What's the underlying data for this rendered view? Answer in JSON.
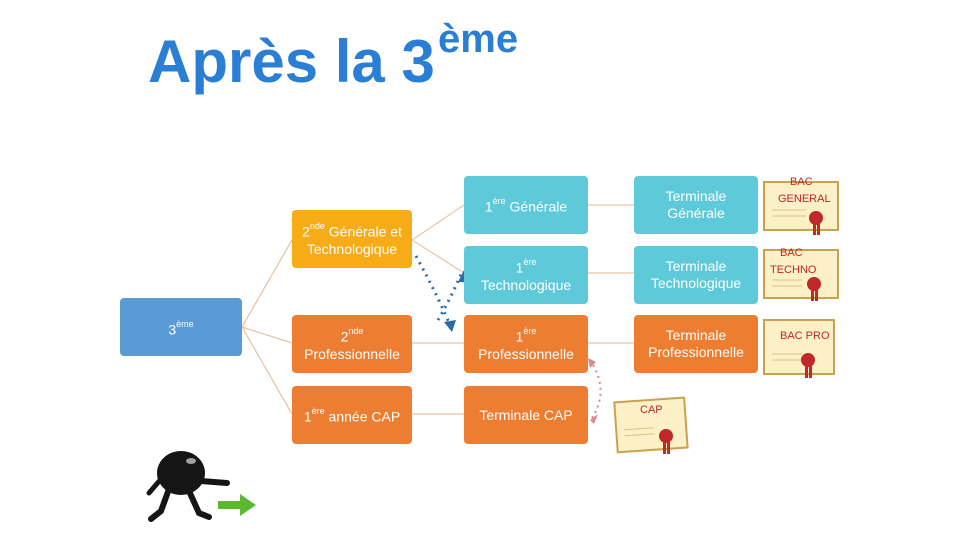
{
  "title": {
    "main": "Après la 3",
    "sup": "ème"
  },
  "nodes": {
    "troisieme": {
      "base": "3",
      "sup": "ème",
      "rest": ""
    },
    "seconde_gt": {
      "base": "2",
      "sup": "nde",
      "rest": " Générale et Technologique"
    },
    "seconde_pro": {
      "base": "2",
      "sup": "nde",
      "rest": " Professionnelle"
    },
    "premiere_cap": {
      "base": "1",
      "sup": "ère",
      "rest": " année CAP"
    },
    "premiere_gen": {
      "base": "1",
      "sup": "ère",
      "rest": " Générale"
    },
    "premiere_techno": {
      "base": "1",
      "sup": "ère",
      "rest": " Technologique"
    },
    "premiere_pro": {
      "base": "1",
      "sup": "ère",
      "rest": " Professionnelle"
    },
    "terminale_cap": {
      "text": "Terminale CAP"
    },
    "terminale_gen": {
      "text": "Terminale Générale"
    },
    "terminale_techno": {
      "text": "Terminale Technologique"
    },
    "terminale_pro": {
      "text": "Terminale Professionnelle"
    }
  },
  "certificates": {
    "bac_general": {
      "line1": "BAC",
      "line2": "GENERAL"
    },
    "bac_techno": {
      "line1": "BAC",
      "line2": "TECHNO"
    },
    "bac_pro": {
      "line1": "BAC PRO"
    },
    "cap": {
      "line1": "CAP"
    }
  },
  "colors": {
    "blue": "#5b9bd5",
    "orange": "#ed7d31",
    "teal": "#5ec9d8",
    "gold": "#f7ab16",
    "title": "#2a7fd4"
  }
}
